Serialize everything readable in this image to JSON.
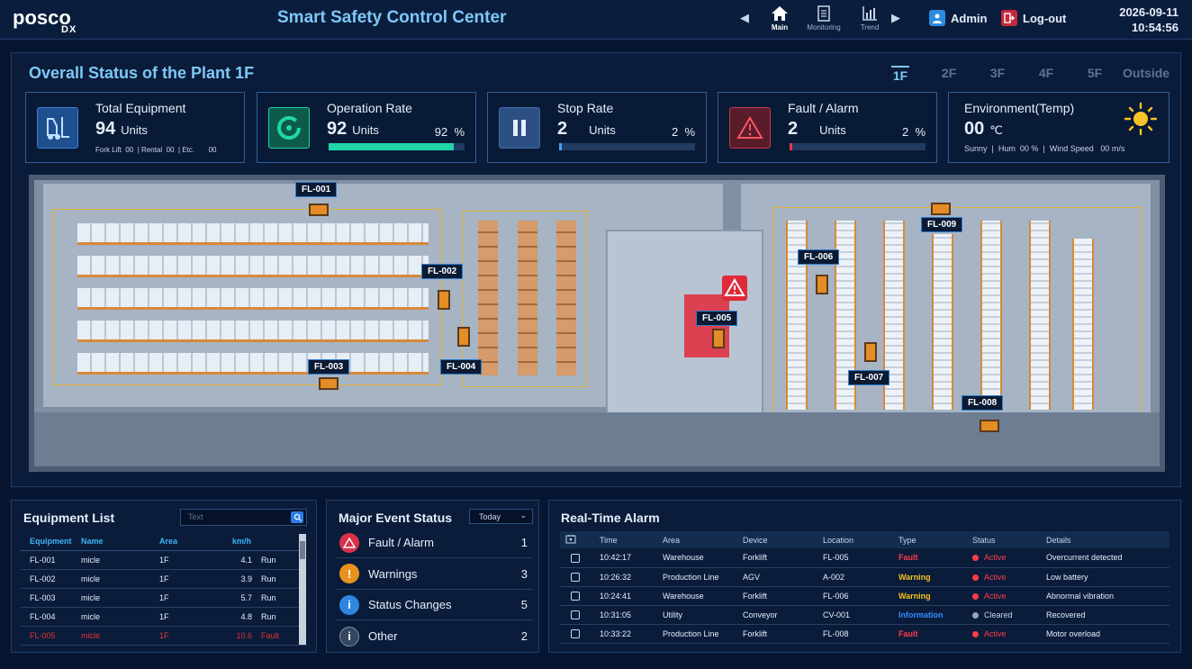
{
  "header": {
    "logo": "posco",
    "logo_sub": "DX",
    "title": "Smart Safety Control Center",
    "nav": [
      {
        "label": "Main",
        "icon": "home-icon"
      },
      {
        "label": "Monitoring",
        "icon": "document-icon"
      },
      {
        "label": "Trend",
        "icon": "chart-icon"
      }
    ],
    "user": "Admin",
    "logout": "Log-out",
    "date": "2026-09-11",
    "time": "10:54:56"
  },
  "plant": {
    "title": "Overall Status of the Plant 1F",
    "floors": [
      "1F",
      "2F",
      "3F",
      "4F",
      "5F",
      "Outside"
    ],
    "active_floor": "1F",
    "cards": {
      "total": {
        "label": "Total Equipment",
        "value": "94",
        "unit": "Units",
        "sub": [
          {
            "k": "Fork Lift",
            "v": "00"
          },
          {
            "k": "Rental",
            "v": "00"
          },
          {
            "k": "Etc.",
            "v": "00"
          }
        ]
      },
      "operation": {
        "label": "Operation Rate",
        "value": "92",
        "unit": "Units",
        "pct": "92",
        "pct_unit": "%",
        "fill": 0.92,
        "color": "#1fd6a7"
      },
      "stop": {
        "label": "Stop Rate",
        "value": "2",
        "unit": "Units",
        "pct": "2",
        "pct_unit": "%",
        "fill": 0.02,
        "color": "#3fa2ff"
      },
      "fault": {
        "label": "Fault / Alarm",
        "value": "2",
        "unit": "Units",
        "pct": "2",
        "pct_unit": "%",
        "fill": 0.02,
        "color": "#e23c4a"
      },
      "env": {
        "label": "Environment(Temp)",
        "value": "00",
        "unit": "℃",
        "weather": "Sunny",
        "hum_label": "Hum",
        "hum": "00 %",
        "wind_label": "Wind Speed",
        "wind": "00 m/s"
      }
    },
    "forklifts": [
      "FL-001",
      "FL-002",
      "FL-003",
      "FL-004",
      "FL-005",
      "FL-006",
      "FL-007",
      "FL-008",
      "FL-009"
    ]
  },
  "equipment": {
    "title": "Equipment List",
    "search_placeholder": "Text",
    "columns": [
      "Equipment",
      "Name",
      "Area",
      "km/h"
    ],
    "rows": [
      {
        "id": "FL-001",
        "name": "micle",
        "area": "1F",
        "speed": "4.1",
        "status": "Run"
      },
      {
        "id": "FL-002",
        "name": "micle",
        "area": "1F",
        "speed": "3.9",
        "status": "Run"
      },
      {
        "id": "FL-003",
        "name": "micle",
        "area": "1F",
        "speed": "5.7",
        "status": "Run"
      },
      {
        "id": "FL-004",
        "name": "micle",
        "area": "1F",
        "speed": "4.8",
        "status": "Run"
      },
      {
        "id": "FL-005",
        "name": "micle",
        "area": "1F",
        "speed": "10.6",
        "status": "Fault"
      }
    ]
  },
  "events": {
    "title": "Major Event Status",
    "filter": "Today",
    "items": [
      {
        "label": "Fault / Alarm",
        "count": "1",
        "color": "#d9314a",
        "icon": "alert-triangle-icon"
      },
      {
        "label": "Warnings",
        "count": "3",
        "color": "#e8921e",
        "icon": "warning-icon"
      },
      {
        "label": "Status Changes",
        "count": "5",
        "color": "#2e86e0",
        "icon": "info-icon"
      },
      {
        "label": "Other",
        "count": "2",
        "color": "#33465f",
        "icon": "info-circle-icon"
      }
    ]
  },
  "alarms": {
    "title": "Real-Time Alarm",
    "columns": [
      "Time",
      "Area",
      "Device",
      "Location",
      "Type",
      "Status",
      "Details"
    ],
    "rows": [
      {
        "time": "10:42:17",
        "area": "Warehouse",
        "device": "Forklift",
        "location": "FL-005",
        "type": "Fault",
        "status": "Active",
        "details": "Overcurrent detected"
      },
      {
        "time": "10:26:32",
        "area": "Production Line",
        "device": "AGV",
        "location": "A-002",
        "type": "Warning",
        "status": "Active",
        "details": "Low battery"
      },
      {
        "time": "10:24:41",
        "area": "Warehouse",
        "device": "Forklift",
        "location": "FL-006",
        "type": "Warning",
        "status": "Active",
        "details": "Abnormal vibration"
      },
      {
        "time": "10:31:05",
        "area": "Utility",
        "device": "Conveyor",
        "location": "CV-001",
        "type": "Information",
        "status": "Cleared",
        "details": "Recovered"
      },
      {
        "time": "10:33:22",
        "area": "Production Line",
        "device": "Forklift",
        "location": "FL-008",
        "type": "Fault",
        "status": "Active",
        "details": "Motor overload"
      }
    ],
    "type_colors": {
      "Fault": "#ff3b4a",
      "Warning": "#f5c21b",
      "Information": "#2f8fff"
    },
    "status_colors": {
      "Active": "#ff3b4a",
      "Cleared": "#9aa4b2"
    }
  }
}
